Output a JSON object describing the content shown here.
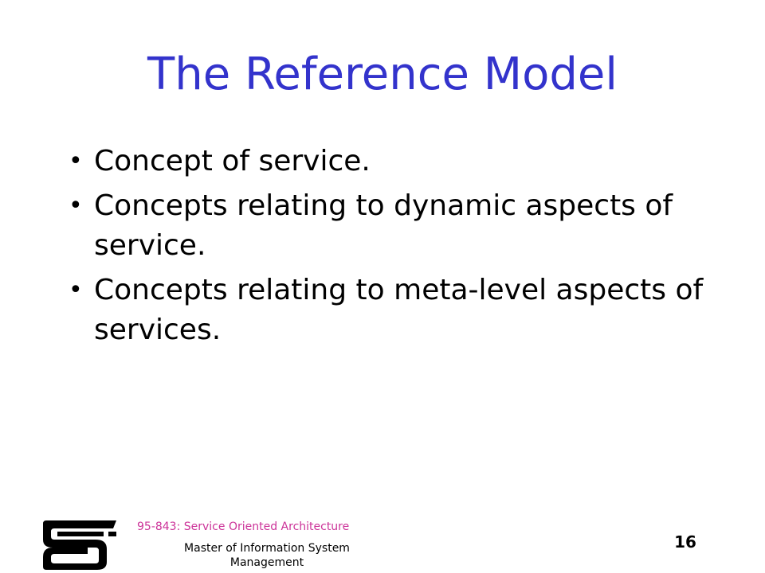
{
  "slide": {
    "title": "The Reference Model",
    "bullets": [
      {
        "marker": "•",
        "text": "Concept of service."
      },
      {
        "marker": "•",
        "text": "Concepts relating to dynamic aspects of service."
      },
      {
        "marker": "•",
        "text": "Concepts relating to meta-level aspects of services."
      }
    ]
  },
  "footer": {
    "course": "95-843: Service Oriented Architecture",
    "program": "Master of Information System Management",
    "page_number": "16",
    "logo_icon": "cmu-logo-icon"
  },
  "colors": {
    "title": "#3333cc",
    "course": "#cc3399",
    "text": "#000000",
    "background": "#ffffff"
  }
}
